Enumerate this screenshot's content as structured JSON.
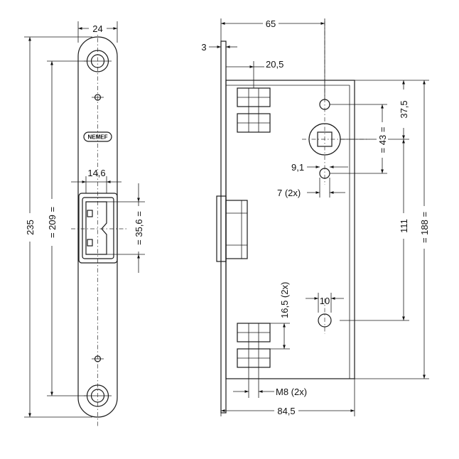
{
  "brand": {
    "logo_text": "NEMEF"
  },
  "front_view": {
    "dimensions": {
      "faceplate_width": "24",
      "total_height": "235",
      "screw_spacing": "= 209 =",
      "latch_width": "14,6",
      "latch_height": "= 35,6 ="
    }
  },
  "side_view": {
    "dimensions": {
      "backset": "65",
      "faceplate_thickness": "3",
      "strike_offset": "20,5",
      "follower_offset": "37,5",
      "follower_to_hole": "= 43 =",
      "hole_offset": "9,1",
      "hole_diameter": "7 (2x)",
      "hole_spacing": "111",
      "case_height": "= 188 =",
      "lower_hole": "10",
      "lower_strike": "16,5 (2x)",
      "thread": "M8 (2x)",
      "case_depth": "84,5"
    }
  }
}
